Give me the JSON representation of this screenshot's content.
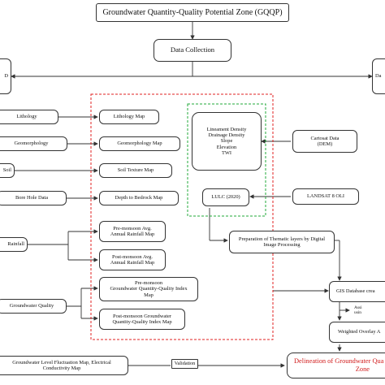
{
  "diagram": {
    "title": "Groundwater Quantity-Quality Potential Zone (GQQP)",
    "data_collection": "Data Collection",
    "left_cut": "D",
    "right_cut": "Da",
    "inputs": {
      "lithology": "Lithology",
      "geomorphology": "Geomorphology",
      "soil": "Soil",
      "bore_hole": "Bore Hole Data",
      "rainfall": "Rainfall",
      "groundwater_quality": "Groundwater Quality",
      "fluctuation": "Groundwater Level Fluctuation Map, Electrical Conductivity Map"
    },
    "maps": {
      "lithology": "Lithology Map",
      "geomorphology": "Geomorphology Map",
      "soil_texture": "Soil Texture Map",
      "depth_bedrock": "Depth to Bedrock Map",
      "pre_rain": [
        "Pre-monsoon Avg.",
        "Annual Rainfall Map"
      ],
      "post_rain": [
        "Post-monsoon Avg.",
        "Annual Rainfall Map"
      ],
      "pre_gqqi": [
        "Pre-monsoon",
        "Groundwater Quantity-Quality Index",
        "Map"
      ],
      "post_gqqi": [
        "Post-monsoon Groundwater",
        "Quantity-Quality Index Map"
      ]
    },
    "derived": {
      "lineament": [
        "Lineament Density",
        "Drainage Density",
        "Slope",
        "Elevation",
        "TWI"
      ],
      "lulc": "LULC (2020)"
    },
    "sources": {
      "cartosat": [
        "Cartosat Data",
        "(DEM)"
      ],
      "landsat": "LANDSAT 8 OLI"
    },
    "process": {
      "thematic": [
        "Preparation of Thematic layers by Digital",
        "Image Processing"
      ],
      "gis": "GIS Database crea",
      "assign_a": "Assi",
      "assign_b": "usin",
      "overlay": "Weighted Overlay A",
      "validation": "Validation",
      "delineation": [
        "Delineation of Groundwater Qua",
        "Zone"
      ]
    }
  }
}
